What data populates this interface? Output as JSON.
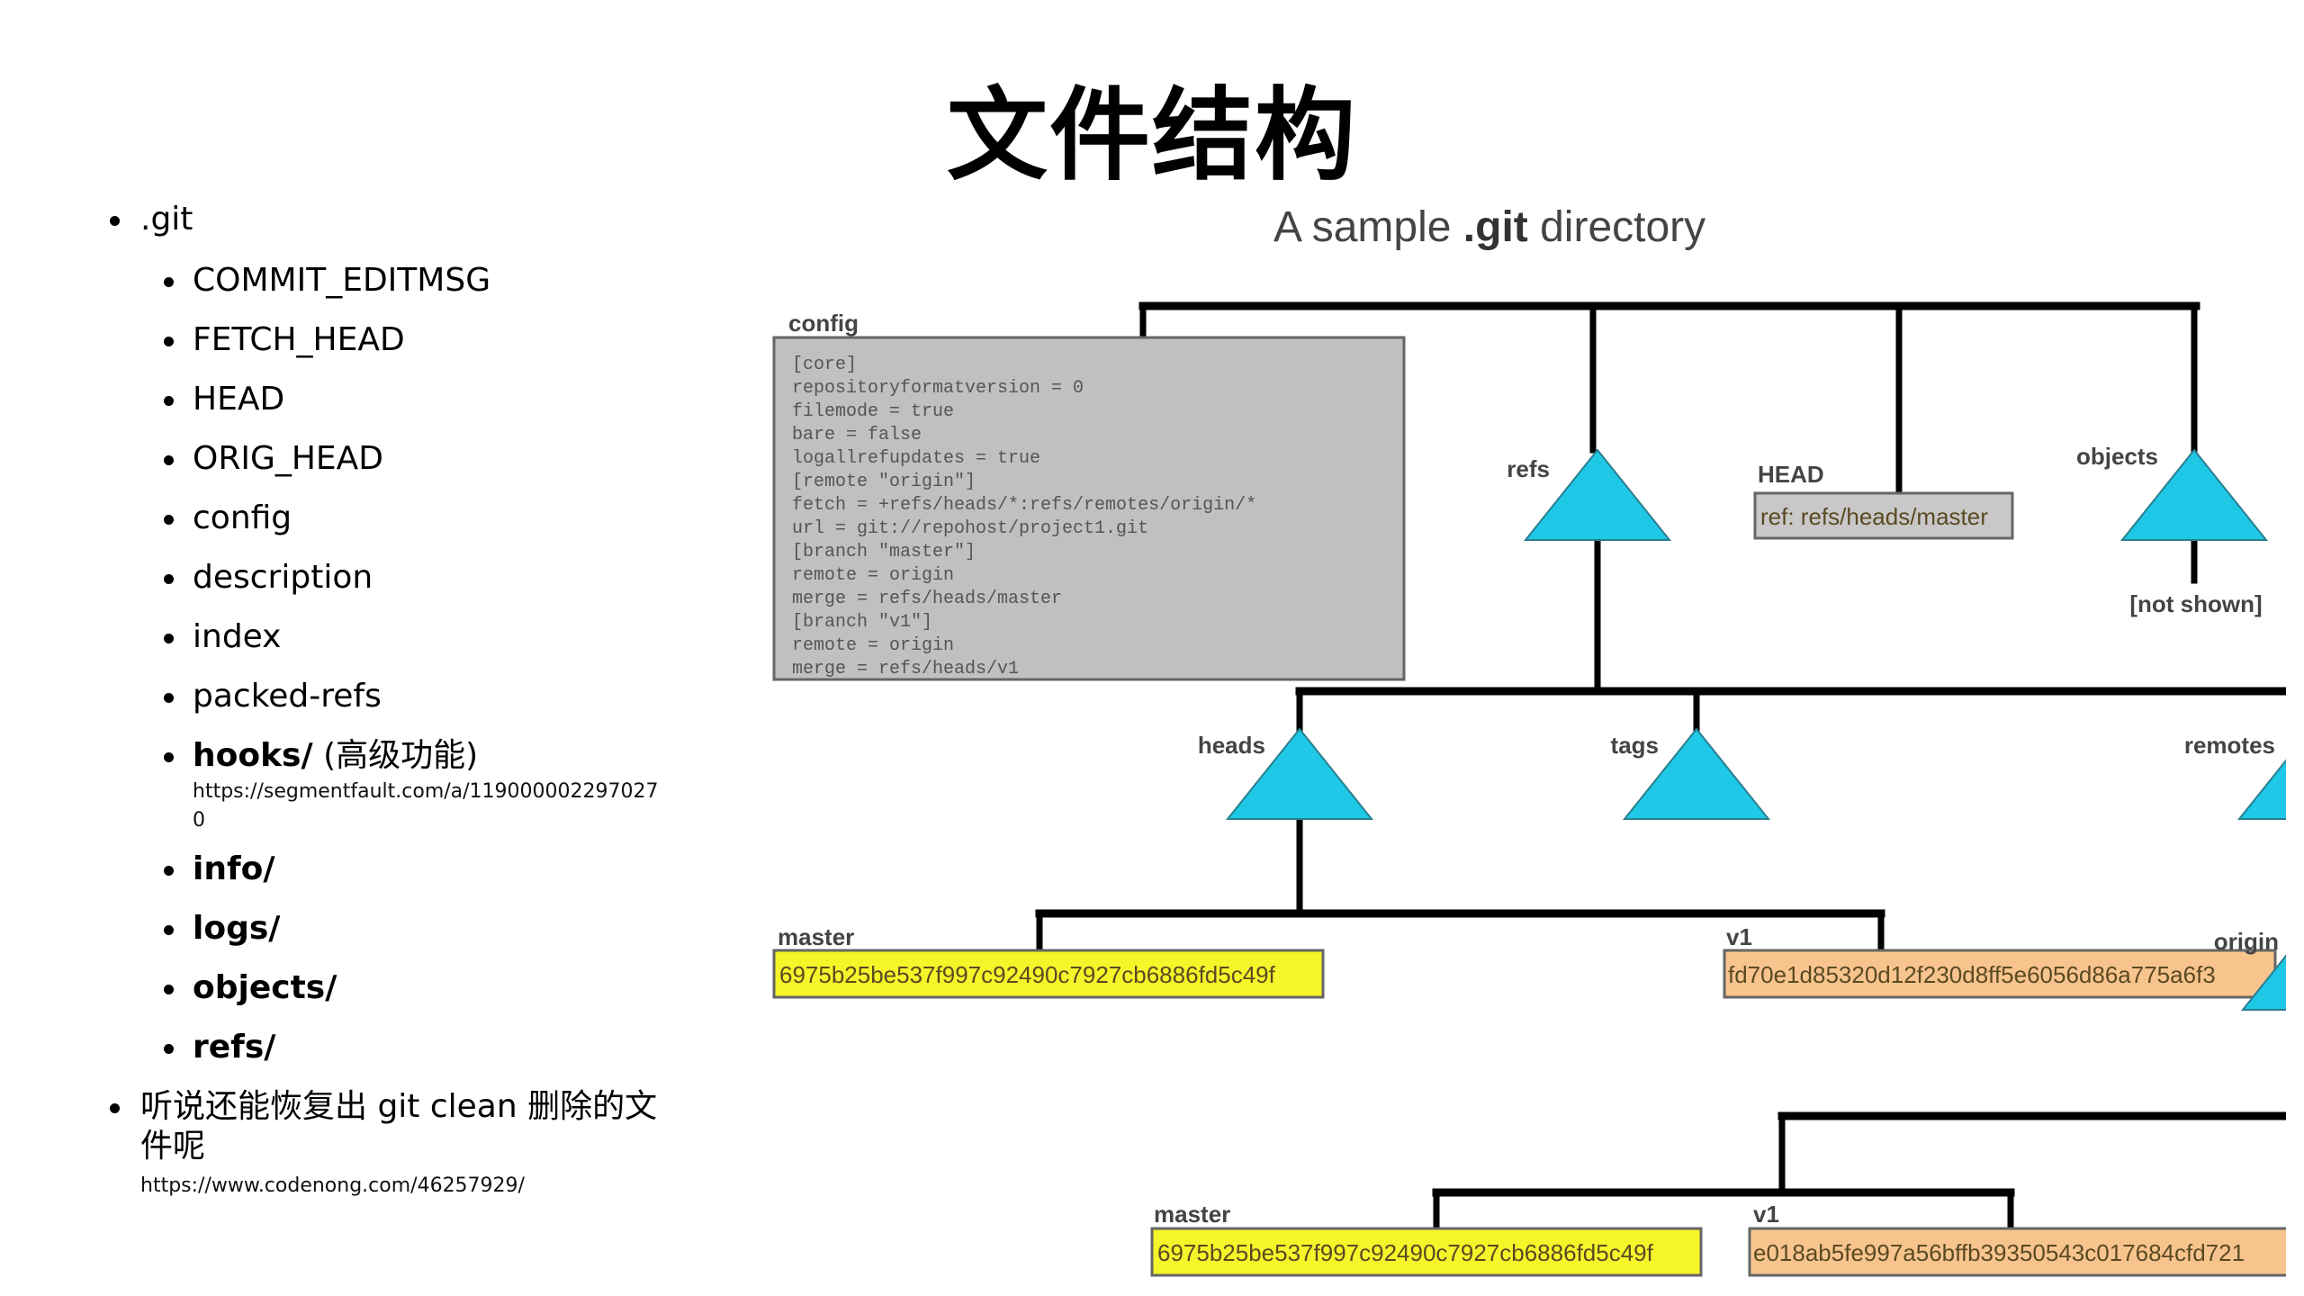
{
  "title": "文件结构",
  "outline": {
    "root": ".git",
    "items": [
      {
        "label": "COMMIT_EDITMSG",
        "bold": false
      },
      {
        "label": "FETCH_HEAD",
        "bold": false
      },
      {
        "label": "HEAD",
        "bold": false
      },
      {
        "label": "ORIG_HEAD",
        "bold": false
      },
      {
        "label": "config",
        "bold": false
      },
      {
        "label": "description",
        "bold": false
      },
      {
        "label": "index",
        "bold": false
      },
      {
        "label": "packed-refs",
        "bold": false
      },
      {
        "label": "hooks/",
        "bold": true,
        "suffix": " (高级功能)",
        "link": "https://segmentfault.com/a/1190000022970270"
      },
      {
        "label": "info/",
        "bold": true
      },
      {
        "label": "logs/",
        "bold": true
      },
      {
        "label": "objects/",
        "bold": true
      },
      {
        "label": "refs/",
        "bold": true
      }
    ],
    "note": {
      "text": "听说还能恢复出 git clean 删除的文件呢",
      "link": "https://www.codenong.com/46257929/"
    }
  },
  "diagram": {
    "title_prefix": "A sample ",
    "title_bold": ".git",
    "title_suffix": " directory",
    "colors": {
      "triangle": "#1ec8e6",
      "config_bg": "#c0c0c0",
      "head_bg": "#c8c8c8",
      "master_bg": "#f5f52a",
      "v1_bg": "#f8c48e",
      "line": "#000000"
    },
    "config": {
      "label": "config",
      "lines": [
        "[core]",
        "        repositoryformatversion = 0",
        "        filemode = true",
        "        bare = false",
        "        logallrefupdates = true",
        "[remote \"origin\"]",
        "        fetch = +refs/heads/*:refs/remotes/origin/*",
        "        url = git://repohost/project1.git",
        "[branch \"master\"]",
        "        remote = origin",
        "        merge = refs/heads/master",
        "[branch \"v1\"]",
        "         remote = origin",
        "         merge = refs/heads/v1"
      ]
    },
    "nodes": {
      "refs": "refs",
      "head_label": "HEAD",
      "head_value": "ref: refs/heads/master",
      "objects": "objects",
      "objects_note": "[not shown]",
      "heads": "heads",
      "tags": "tags",
      "remotes": "remotes",
      "origin": "origin"
    },
    "refs": {
      "heads_master": {
        "label": "master",
        "hash": "6975b25be537f997c92490c7927cb6886fd5c49f"
      },
      "heads_v1": {
        "label": "v1",
        "hash": "fd70e1d85320d12f230d8ff5e6056d86a775a6f3"
      },
      "origin_master": {
        "label": "master",
        "hash": "6975b25be537f997c92490c7927cb6886fd5c49f"
      },
      "origin_v1": {
        "label": "v1",
        "hash": "e018ab5fe997a56bffb39350543c017684cfd721"
      }
    }
  }
}
